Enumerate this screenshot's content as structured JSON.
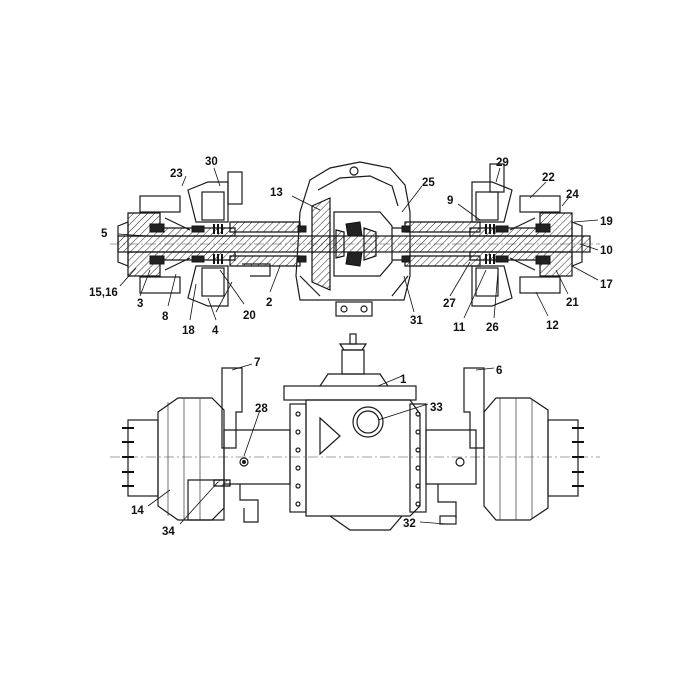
{
  "callouts": {
    "c1": "1",
    "c2": "2",
    "c3": "3",
    "c4": "4",
    "c5": "5",
    "c6": "6",
    "c7": "7",
    "c8": "8",
    "c9": "9",
    "c10": "10",
    "c11": "11",
    "c12": "12",
    "c13": "13",
    "c14": "14",
    "c1516": "15,16",
    "c17": "17",
    "c18": "18",
    "c19": "19",
    "c20": "20",
    "c21": "21",
    "c22": "22",
    "c23": "23",
    "c24": "24",
    "c25": "25",
    "c26": "26",
    "c27": "27",
    "c28": "28",
    "c29": "29",
    "c30": "30",
    "c31": "31",
    "c32": "32",
    "c33": "33",
    "c34": "34"
  }
}
